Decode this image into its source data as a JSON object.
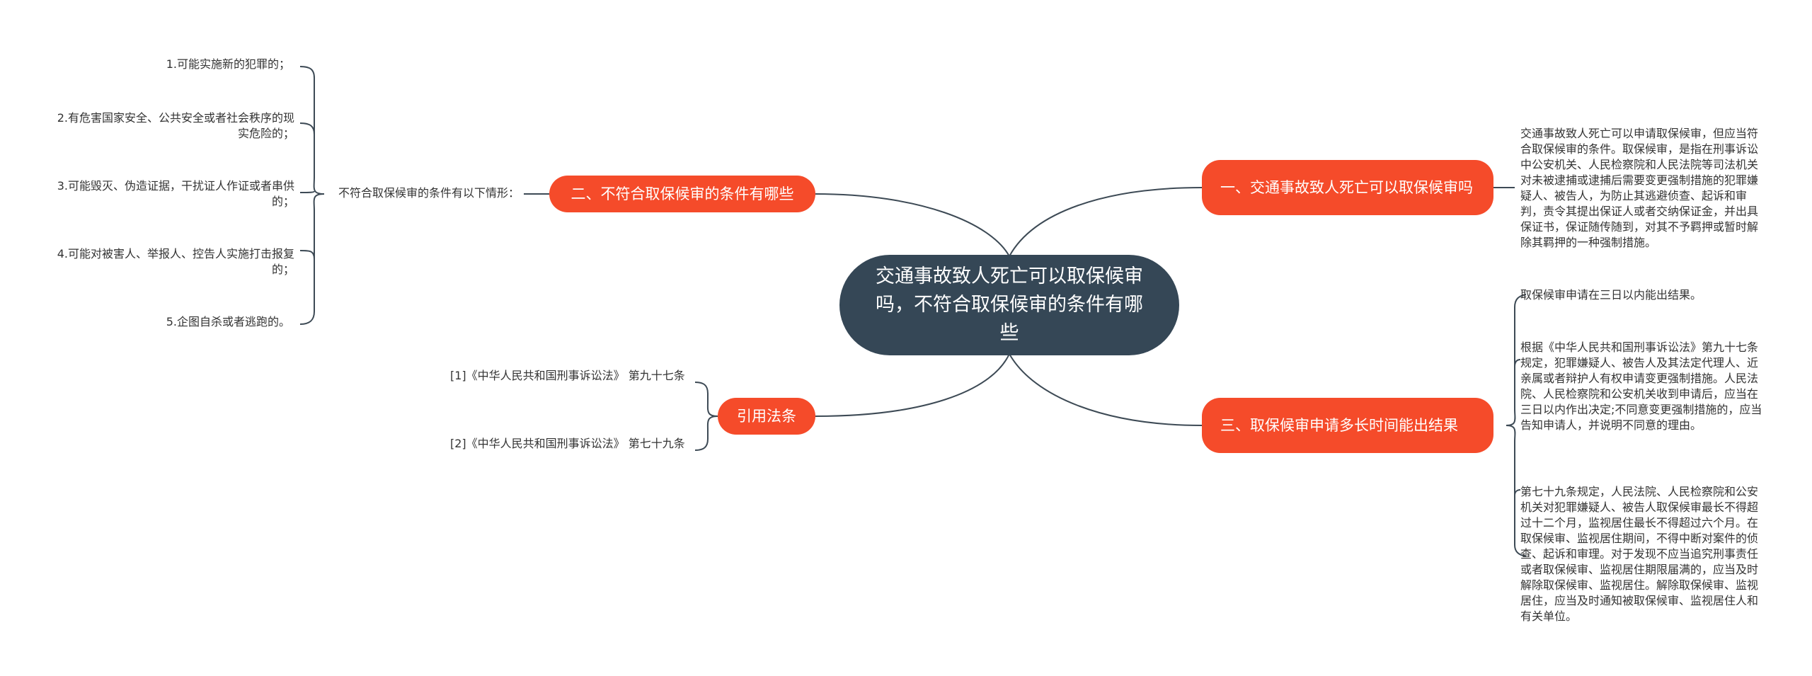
{
  "root": {
    "title": "交通事故致人死亡可以取保候审吗，不符合取保候审的条件有哪些"
  },
  "branches": {
    "b1": {
      "label": "一、交通事故致人死亡可以取保候审吗",
      "text": "交通事故致人死亡可以申请取保候审，但应当符合取保候审的条件。取保候审，是指在刑事诉讼中公安机关、人民检察院和人民法院等司法机关对未被逮捕或逮捕后需要变更强制措施的犯罪嫌疑人、被告人，为防止其逃避侦查、起诉和审判，责令其提出保证人或者交纳保证金，并出具保证书，保证随传随到，对其不予羁押或暂时解除其羁押的一种强制措施。"
    },
    "b2": {
      "label": "二、不符合取保候审的条件有哪些",
      "intro": "不符合取保候审的条件有以下情形：",
      "items": [
        "1.可能实施新的犯罪的；",
        "2.有危害国家安全、公共安全或者社会秩序的现实危险的；",
        "3.可能毁灭、伪造证据，干扰证人作证或者串供的；",
        "4.可能对被害人、举报人、控告人实施打击报复的；",
        "5.企图自杀或者逃跑的。"
      ]
    },
    "b3": {
      "label": "三、取保候审申请多长时间能出结果",
      "items": [
        "取保候审申请在三日以内能出结果。",
        "根据《中华人民共和国刑事诉讼法》第九十七条规定，犯罪嫌疑人、被告人及其法定代理人、近亲属或者辩护人有权申请变更强制措施。人民法院、人民检察院和公安机关收到申请后，应当在三日以内作出决定;不同意变更强制措施的，应当告知申请人，并说明不同意的理由。",
        "第七十九条规定，人民法院、人民检察院和公安机关对犯罪嫌疑人、被告人取保候审最长不得超过十二个月，监视居住最长不得超过六个月。在取保候审、监视居住期间，不得中断对案件的侦查、起诉和审理。对于发现不应当追究刑事责任或者取保候审、监视居住期限届满的，应当及时解除取保候审、监视居住。解除取保候审、监视居住，应当及时通知被取保候审、监视居住人和有关单位。"
      ]
    },
    "b4": {
      "label": "引用法条",
      "items": [
        "[1]《中华人民共和国刑事诉讼法》 第九十七条",
        "[2]《中华人民共和国刑事诉讼法》 第七十九条"
      ]
    }
  },
  "colors": {
    "root": "#354756",
    "branch": "#f54b2a",
    "line": "#3d4a55",
    "text": "#333333"
  }
}
